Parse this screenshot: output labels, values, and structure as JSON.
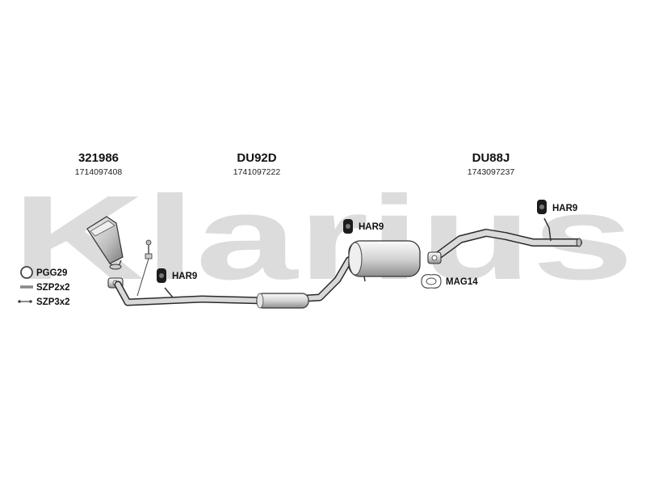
{
  "watermark": "Klarius",
  "groups": [
    {
      "code": "321986",
      "number": "1714097408"
    },
    {
      "code": "DU92D",
      "number": "1741097222"
    },
    {
      "code": "DU88J",
      "number": "1743097237"
    }
  ],
  "parts": {
    "har9_a": "HAR9",
    "har9_b": "HAR9",
    "har9_c": "HAR9",
    "mag14": "MAG14",
    "pgg29": "PGG29",
    "szp2x2": "SZP2x2",
    "szp3x2": "SZP3x2"
  }
}
